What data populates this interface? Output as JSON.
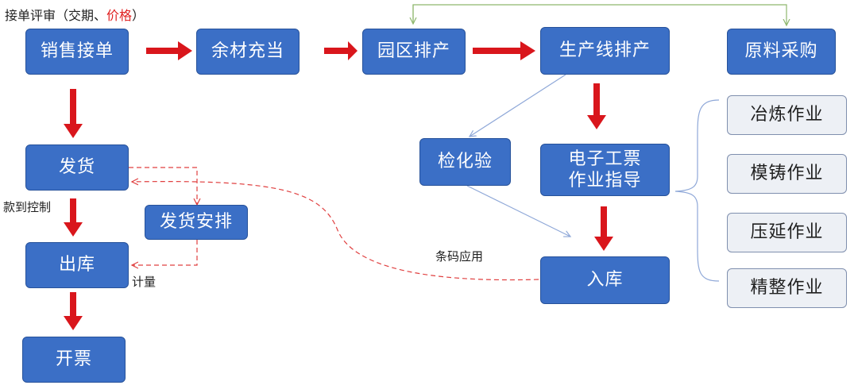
{
  "header": {
    "label_prefix": "接单评审（交期、",
    "label_highlight": "价格",
    "label_suffix": "）"
  },
  "nodes": {
    "sales_order": "销售接单",
    "surplus_material": "余材充当",
    "park_scheduling": "园区排产",
    "line_scheduling": "生产线排产",
    "raw_purchase": "原料采购",
    "shipping": "发货",
    "shipping_arrangement": "发货安排",
    "outbound": "出库",
    "invoicing": "开票",
    "inspection": "检化验",
    "e_ticket_line1": "电子工票",
    "e_ticket_line2": "作业指导",
    "warehousing": "入库"
  },
  "operations": [
    "冶炼作业",
    "模铸作业",
    "压延作业",
    "精整作业"
  ],
  "labels": {
    "payment_control": "款到控制",
    "metering": "计量",
    "barcode_application": "条码应用"
  },
  "colors": {
    "node_fill": "#3b6fc6",
    "node_border": "#27529a",
    "op_fill": "#edf0f5",
    "op_border": "#7f8fae",
    "arrow_red": "#d9161c",
    "dashed_red": "#e04040",
    "thin_blue": "#8fa8d8",
    "green_line": "#8fb86e",
    "highlight_text": "#e02020"
  }
}
